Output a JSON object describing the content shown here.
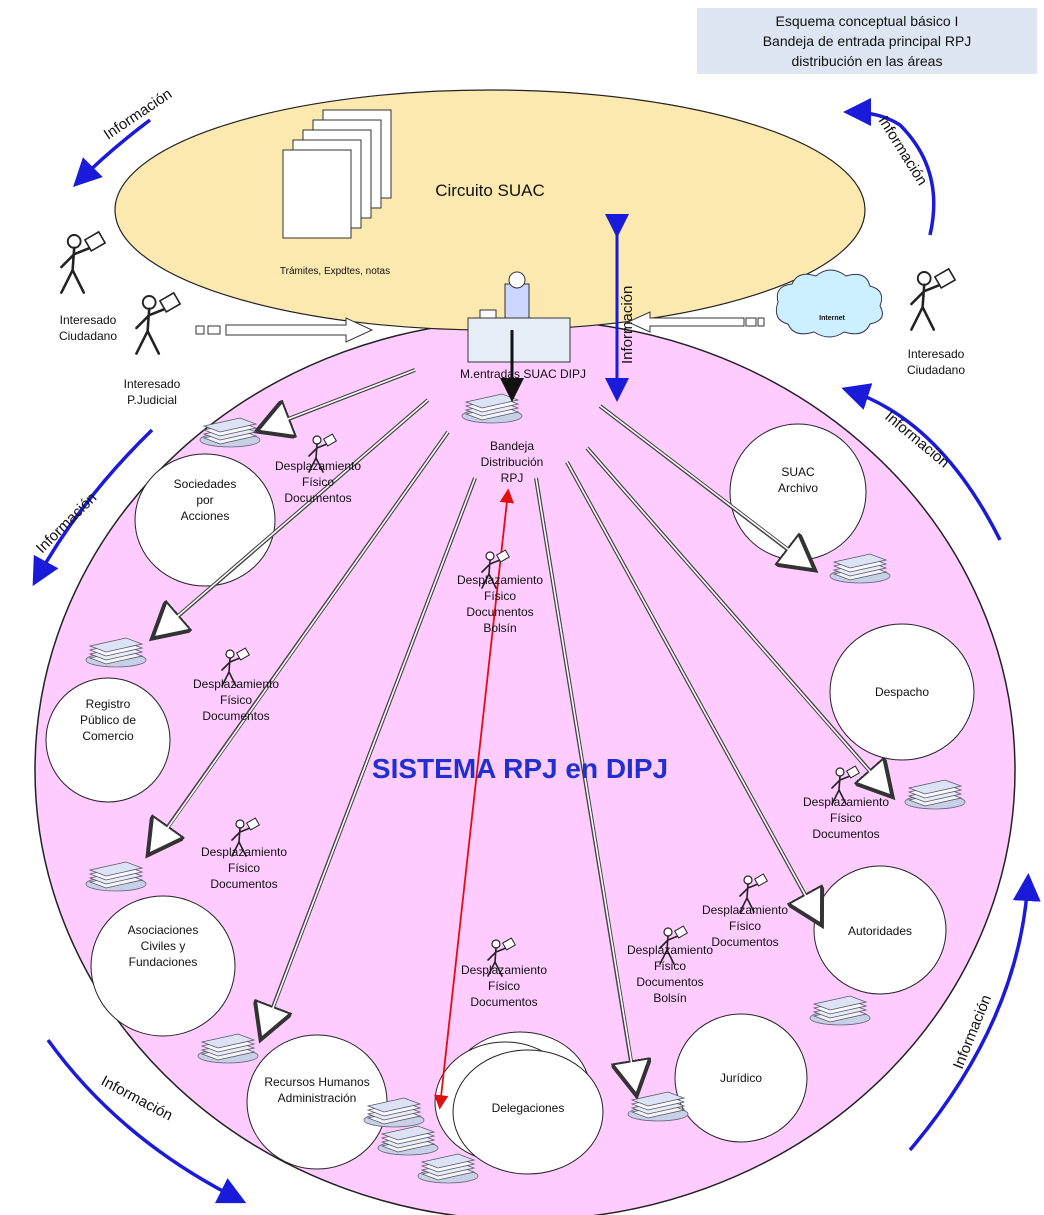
{
  "title_box": {
    "line1": "Esquema conceptual básico I",
    "line2": "Bandeja de entrada principal RPJ",
    "line3": "distribución en las áreas"
  },
  "top_ellipse": {
    "label": "Circuito SUAC",
    "docs_label": "Trámites, Expdtes, notas"
  },
  "main_circle": {
    "label": "SISTEMA RPJ en DIPJ"
  },
  "info_label": "Información",
  "actors": {
    "citizen_left": [
      "Interesado",
      "Ciudadano"
    ],
    "judicial": [
      "Interesado",
      "P.Judicial"
    ],
    "citizen_right": [
      "Interesado",
      "Ciudadano"
    ],
    "internet": "Internet"
  },
  "desk_label": "M.entradas SUAC DIPJ",
  "tray_label": [
    "Bandeja",
    "Distribución",
    "RPJ"
  ],
  "areas": [
    {
      "id": "sociedades",
      "lines": [
        "Sociedades",
        "por",
        "Acciones"
      ]
    },
    {
      "id": "registro",
      "lines": [
        "Registro",
        "Público de",
        "Comercio"
      ]
    },
    {
      "id": "asociaciones",
      "lines": [
        "Asociaciones",
        "Civiles y",
        "Fundaciones"
      ]
    },
    {
      "id": "rrhh",
      "lines": [
        "Recursos Humanos",
        "Administración"
      ]
    },
    {
      "id": "delegaciones",
      "lines": [
        "Delegaciones"
      ]
    },
    {
      "id": "juridico",
      "lines": [
        "Jurídico"
      ]
    },
    {
      "id": "autoridades",
      "lines": [
        "Autoridades"
      ]
    },
    {
      "id": "despacho",
      "lines": [
        "Despacho"
      ]
    },
    {
      "id": "suac_archivo",
      "lines": [
        "SUAC",
        "Archivo"
      ]
    }
  ],
  "movement_labels": [
    {
      "id": "m1",
      "lines": [
        "Desplazamiento",
        "Físico",
        "Documentos"
      ]
    },
    {
      "id": "m2",
      "lines": [
        "Desplazamiento",
        "Físico",
        "Documentos",
        "Bolsín"
      ]
    },
    {
      "id": "m3",
      "lines": [
        "Desplazamiento",
        "Físico",
        "Documentos"
      ]
    },
    {
      "id": "m4",
      "lines": [
        "Desplazamiento",
        "Físico",
        "Documentos"
      ]
    },
    {
      "id": "m5",
      "lines": [
        "Desplazamiento",
        "Físico",
        "Documentos"
      ]
    },
    {
      "id": "m6",
      "lines": [
        "Desplazamiento",
        "Físico",
        "Documentos",
        "Bolsín"
      ]
    },
    {
      "id": "m7",
      "lines": [
        "Desplazamiento",
        "Físico",
        "Documentos"
      ]
    },
    {
      "id": "m8",
      "lines": [
        "Desplazamiento",
        "Físico",
        "Documentos"
      ]
    }
  ],
  "colors": {
    "ellipse_fill": "#fbe9b0",
    "circle_fill": "#ffccff",
    "arrow_blue": "#1a1adb",
    "red_arrow": "#e01010",
    "title_bg": "#dde6f2",
    "main_label": "#1f2fd0"
  }
}
